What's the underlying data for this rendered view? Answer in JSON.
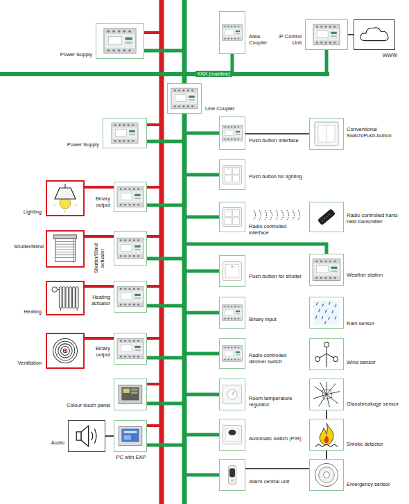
{
  "diagram": {
    "nodes": [
      {
        "text": [
          "Power Supply"
        ]
      },
      {
        "text": [
          "Area Coupler"
        ]
      },
      {
        "text": [
          "IP Control Unit"
        ]
      },
      {
        "text": [
          "WWW"
        ]
      },
      {
        "text": [
          "Line Coupler"
        ]
      },
      {
        "text": [
          "Power Supply"
        ]
      },
      {
        "text": [
          "Push-button Interface"
        ]
      },
      {
        "text": [
          "Conventional Switch/Push-button"
        ]
      },
      {
        "text": [
          "Push button for lighting"
        ]
      },
      {
        "text": [
          "Lighting"
        ]
      },
      {
        "text": [
          "Binary output"
        ]
      },
      {
        "text": [
          "Radio controlled interface"
        ]
      },
      {
        "text": [
          "Radio controlled hand-held transmitter"
        ]
      },
      {
        "text": [
          "Shutter/Blind"
        ]
      },
      {
        "text": [
          "Shutter/Blind actuator"
        ]
      },
      {
        "text": [
          "Push-button for shutter"
        ]
      },
      {
        "text": [
          "Weather station"
        ]
      },
      {
        "text": [
          "Heating"
        ]
      },
      {
        "text": [
          "Heating actuator"
        ]
      },
      {
        "text": [
          "Binary input"
        ]
      },
      {
        "text": [
          "Rain sensor"
        ]
      },
      {
        "text": [
          "Ventilation"
        ]
      },
      {
        "text": [
          "Binary output"
        ]
      },
      {
        "text": [
          "Radio controlled dimmer switch"
        ]
      },
      {
        "text": [
          "Wind sensor"
        ]
      },
      {
        "text": [
          "Colour touch panel"
        ]
      },
      {
        "text": [
          "Room temperature regulator"
        ]
      },
      {
        "text": [
          "Glassbreakage sensor"
        ]
      },
      {
        "text": [
          "Audio"
        ]
      },
      {
        "text": [
          "PC with EAP"
        ]
      },
      {
        "text": [
          "Automatic switch (PIR)"
        ]
      },
      {
        "text": [
          "Smoke detector"
        ]
      },
      {
        "text": [
          "Alarm central unit"
        ]
      },
      {
        "text": [
          "Emergency sensor"
        ]
      }
    ],
    "edges": [
      {
        "from": 6,
        "to": 7,
        "arrow": "none"
      },
      {
        "from": 9,
        "to": 10,
        "arrow": "none"
      },
      {
        "from": 13,
        "to": 14,
        "arrow": "none"
      },
      {
        "from": 17,
        "to": 18,
        "arrow": "none"
      },
      {
        "from": 21,
        "to": 22,
        "arrow": "none"
      },
      {
        "from": 28,
        "to": 29,
        "arrow": "none"
      },
      {
        "from": 2,
        "to": 3,
        "arrow": "none"
      },
      {
        "from": 27,
        "to": 31,
        "arrow": "none"
      },
      {
        "from": 31,
        "to": 33,
        "arrow": "none"
      },
      {
        "from": 32,
        "to": 33,
        "arrow": "none"
      }
    ],
    "labels": [
      "KNX (mainline)"
    ]
  }
}
